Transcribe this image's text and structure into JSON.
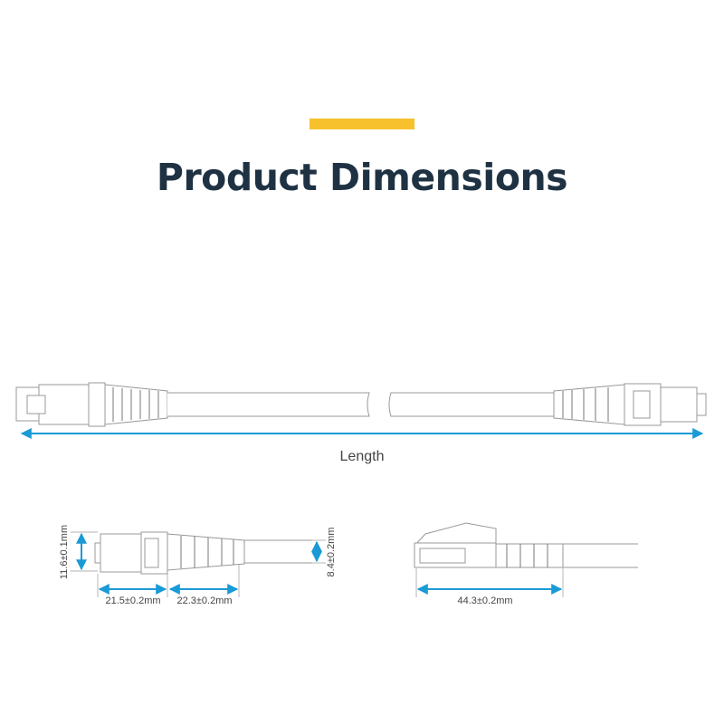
{
  "header": {
    "title": "Product Dimensions"
  },
  "colors": {
    "accent": "#f6c12c",
    "title": "#1e3243",
    "arrow": "#1a9ad6",
    "line": "#888888"
  },
  "overview": {
    "length_label": "Length"
  },
  "side_view": {
    "connector_height": "11.6±0.1mm",
    "connector_length": "21.5±0.2mm",
    "boot_length": "22.3±0.2mm",
    "cable_diameter": "8.4±0.2mm"
  },
  "top_view": {
    "total_length": "44.3±0.2mm"
  }
}
